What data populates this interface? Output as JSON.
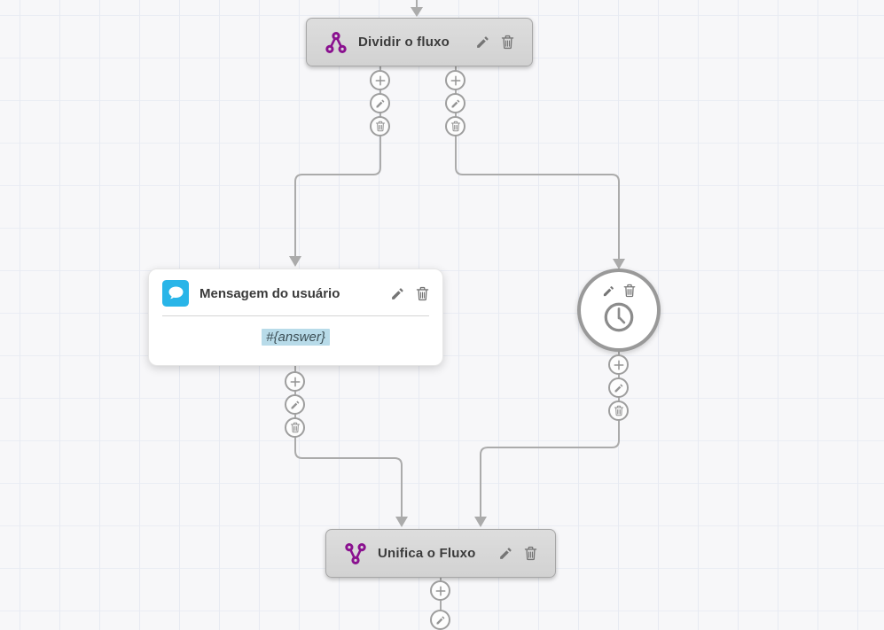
{
  "canvas": {
    "background": "#f7f7f9",
    "grid_line": "#e7eaf2"
  },
  "palette": {
    "node_background": "#d8d8d8",
    "node_border": "#a7a7a7",
    "node_text": "#3b3b3b",
    "connector": "#ababab",
    "accent_purple": "#8a118f",
    "accent_cyan": "#29b5e8",
    "variable_highlight": "#b8dbe9",
    "action_icon_gray": "#949494"
  },
  "icons": {
    "split": "split-branch-icon",
    "merge": "merge-branch-icon",
    "message": "chat-bubble-icon",
    "timer": "clock-icon",
    "edit": "pencil-icon",
    "delete": "trash-icon",
    "add": "plus-icon"
  },
  "nodes": {
    "split": {
      "title": "Dividir o fluxo"
    },
    "user_message": {
      "title": "Mensagem do usuário",
      "variable_chip": "#{answer}"
    },
    "merge": {
      "title": "Unifica o Fluxo"
    }
  }
}
